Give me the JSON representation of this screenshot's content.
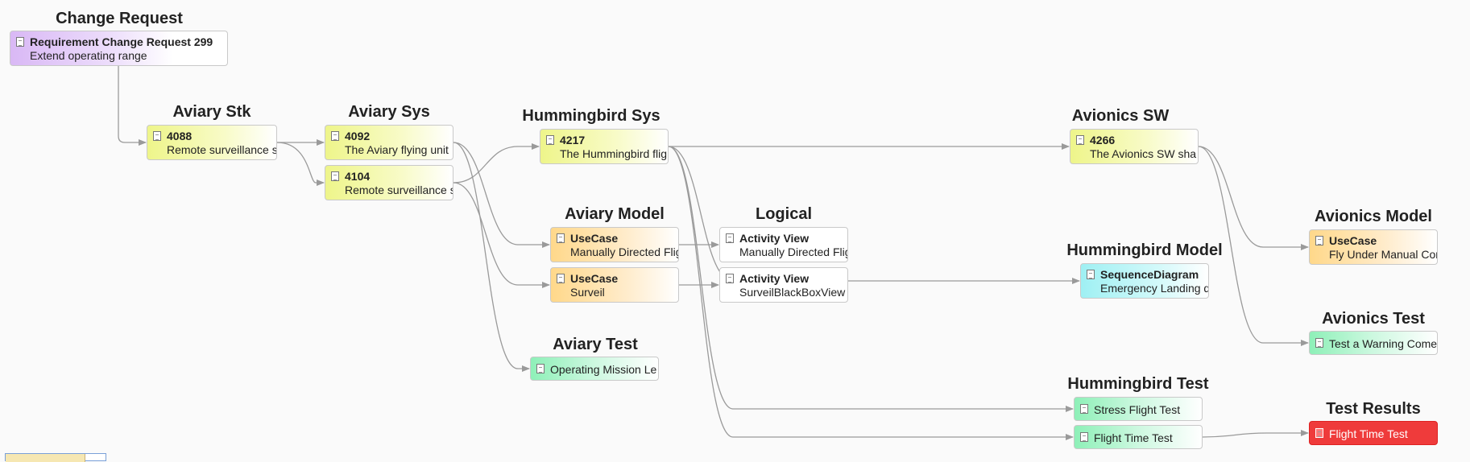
{
  "groups": {
    "change_request": "Change Request",
    "aviary_stk": "Aviary Stk",
    "aviary_sys": "Aviary Sys",
    "hummingbird_sys": "Hummingbird Sys",
    "avionics_sw": "Avionics SW",
    "aviary_model": "Aviary Model",
    "logical": "Logical",
    "hummingbird_model": "Hummingbird Model",
    "avionics_model": "Avionics Model",
    "avionics_test": "Avionics Test",
    "aviary_test": "Aviary Test",
    "hummingbird_test": "Hummingbird Test",
    "test_results": "Test Results"
  },
  "nodes": {
    "cr299": {
      "title": "Requirement Change Request 299",
      "subtitle": "Extend operating range",
      "color": "#d9b8f5"
    },
    "r4088": {
      "title": "4088",
      "subtitle": "Remote surveillance s",
      "color": "#eef58a"
    },
    "r4092": {
      "title": "4092",
      "subtitle": "The Aviary flying unit",
      "color": "#eef58a"
    },
    "r4104": {
      "title": "4104",
      "subtitle": "Remote surveillance s",
      "color": "#eef58a"
    },
    "r4217": {
      "title": "4217",
      "subtitle": "The Hummingbird flig",
      "color": "#eef58a"
    },
    "r4266": {
      "title": "4266",
      "subtitle": "The Avionics SW sha",
      "color": "#eef58a"
    },
    "uc1": {
      "title": "UseCase",
      "subtitle": "Manually Directed Flig",
      "color": "#ffd88a"
    },
    "uc2": {
      "title": "UseCase",
      "subtitle": "Surveil",
      "color": "#ffd88a"
    },
    "av1": {
      "title": "Activity View",
      "subtitle": "Manually Directed Flig",
      "color": "#ffffff"
    },
    "av2": {
      "title": "Activity View",
      "subtitle": "SurveilBlackBoxView",
      "color": "#ffffff"
    },
    "seq": {
      "title": "SequenceDiagram",
      "subtitle": "Emergency Landing d",
      "color": "#9ff0f3"
    },
    "uc3": {
      "title": "UseCase",
      "subtitle": "Fly Under Manual Con",
      "color": "#ffd88a"
    },
    "test_warning": {
      "title": "Test a Warning Come",
      "color": "#8ef0b8"
    },
    "test_mission": {
      "title": "Operating Mission Le",
      "color": "#8ef0b8"
    },
    "test_stress": {
      "title": "Stress Flight Test",
      "color": "#8ef0b8"
    },
    "test_flighttime": {
      "title": "Flight Time Test",
      "color": "#8ef0b8"
    },
    "result_flighttime": {
      "title": "Flight Time Test",
      "color": "#ef3b3b"
    }
  },
  "edges": [
    [
      "cr299",
      "r4088"
    ],
    [
      "r4088",
      "r4092"
    ],
    [
      "r4088",
      "r4104"
    ],
    [
      "r4104",
      "r4217"
    ],
    [
      "r4092",
      "uc1"
    ],
    [
      "r4104",
      "uc2"
    ],
    [
      "r4092",
      "test_mission"
    ],
    [
      "uc1",
      "av1"
    ],
    [
      "uc2",
      "av2"
    ],
    [
      "r4217",
      "r4266"
    ],
    [
      "r4217",
      "seq"
    ],
    [
      "r4217",
      "test_stress"
    ],
    [
      "r4217",
      "test_flighttime"
    ],
    [
      "r4266",
      "uc3"
    ],
    [
      "r4266",
      "test_warning"
    ],
    [
      "test_flighttime",
      "result_flighttime"
    ]
  ]
}
